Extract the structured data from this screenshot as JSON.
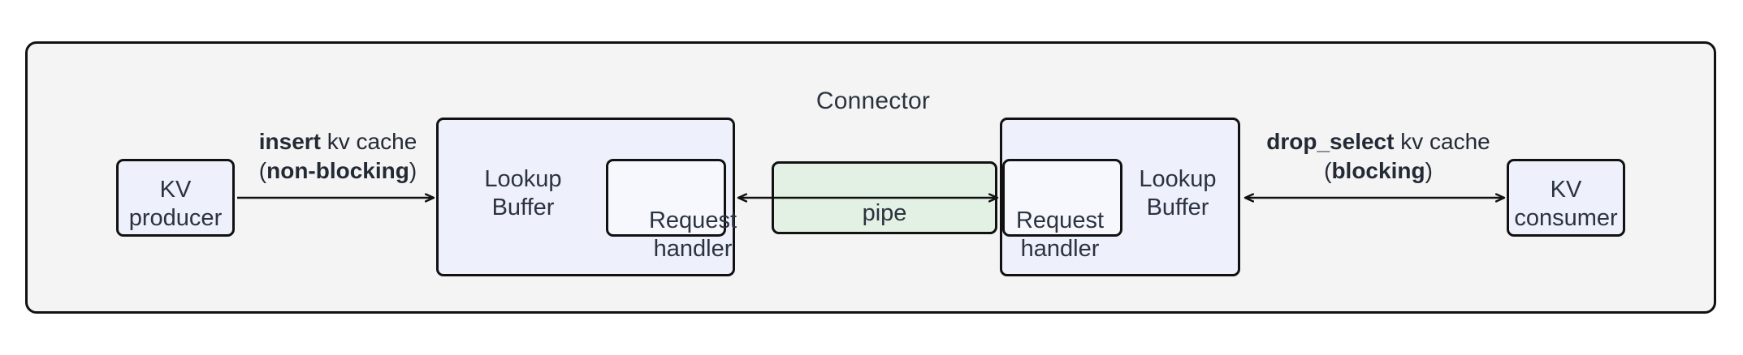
{
  "diagram": {
    "container": {
      "title": "Connector",
      "background": "#f4f4f4",
      "border_color": "#111111"
    },
    "colors": {
      "node_fill": "#eef0fc",
      "pipe_fill": "#e3f1e5",
      "stroke": "#111111",
      "text": "#2b3240"
    },
    "nodes": {
      "kv_producer": {
        "label": "KV\nproducer"
      },
      "kv_consumer": {
        "label": "KV\nconsumer"
      },
      "lookup_buffer_left": {
        "label": "Lookup\nBuffer"
      },
      "lookup_buffer_right": {
        "label": "Lookup\nBuffer"
      },
      "request_handler_left": {
        "label": "Request\nhandler"
      },
      "request_handler_right": {
        "label": "Request\nhandler"
      },
      "pipe": {
        "label": "pipe"
      }
    },
    "edges": {
      "insert": {
        "op": "insert",
        "object": "kv cache",
        "open_paren": "(",
        "mode": "non-blocking",
        "close_paren": ")",
        "direction": "right"
      },
      "drop_select": {
        "op": "drop_select",
        "object": "kv cache",
        "open_paren": "(",
        "mode": "blocking",
        "close_paren": ")",
        "direction": "bidirectional"
      },
      "pipe_link": {
        "direction": "bidirectional"
      }
    }
  }
}
